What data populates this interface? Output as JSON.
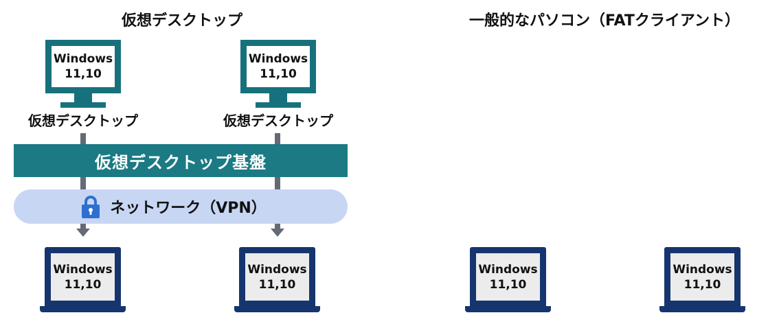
{
  "headings": {
    "left": "仮想デスクトップ",
    "right": "一般的なパソコン（FATクライアント）"
  },
  "virtual_desktops": [
    {
      "os_name": "Windows",
      "os_version": "11,10",
      "label": "仮想デスクトップ"
    },
    {
      "os_name": "Windows",
      "os_version": "11,10",
      "label": "仮想デスクトップ"
    }
  ],
  "platform": {
    "label": "仮想デスクトップ基盤"
  },
  "network": {
    "label": "ネットワーク（VPN）",
    "icon": "lock-icon"
  },
  "laptops": [
    {
      "os_name": "Windows",
      "os_version": "11,10"
    },
    {
      "os_name": "Windows",
      "os_version": "11,10"
    },
    {
      "os_name": "Windows",
      "os_version": "11,10"
    },
    {
      "os_name": "Windows",
      "os_version": "11,10"
    }
  ],
  "colors": {
    "monitor": "#17717d",
    "platform_bar": "#1b7a83",
    "network_pill": "#c7d6f3",
    "laptop_frame": "#16356e",
    "laptop_screen": "#ececec",
    "connector": "#646a76",
    "lock": "#2f6fd0"
  }
}
